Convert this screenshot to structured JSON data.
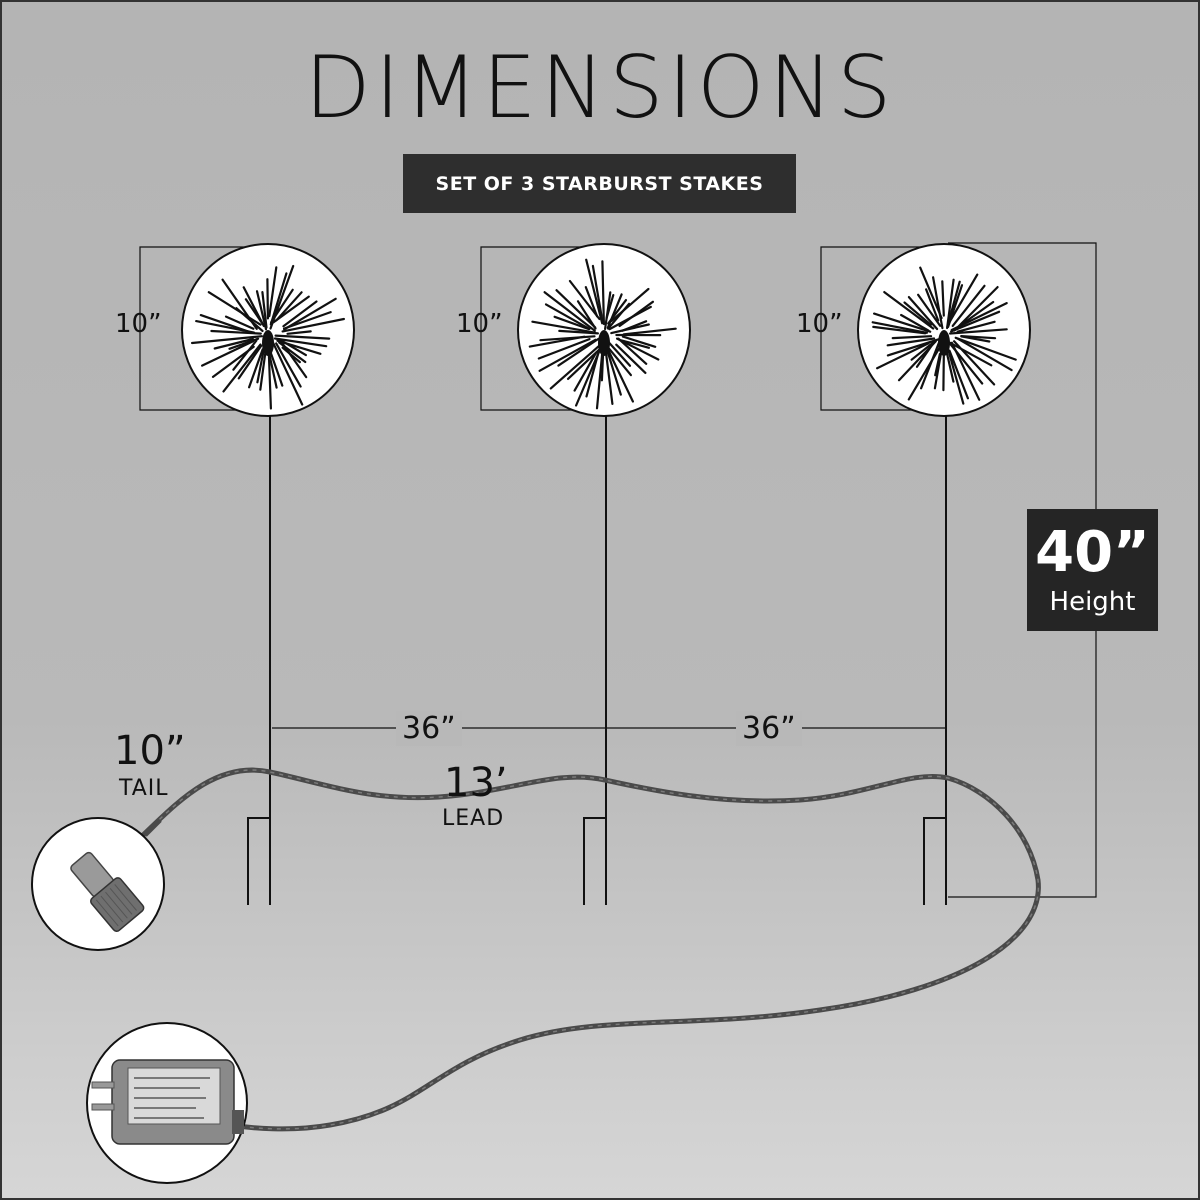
{
  "title": "DIMENSIONS",
  "subtitle": "SET OF 3 STARBURST STAKES",
  "diameter_labels": [
    "10”",
    "10”",
    "10”"
  ],
  "spacing_labels": [
    "36”",
    "36”"
  ],
  "height": {
    "value": "40”",
    "caption": "Height"
  },
  "tail": {
    "value": "10”",
    "caption": "TAIL"
  },
  "lead": {
    "value": "13’",
    "caption": "LEAD"
  },
  "colors": {
    "background": "#b5b5b5",
    "dark_box": "#2a2a2a",
    "line": "#111111",
    "circle_fill": "#ffffff"
  },
  "icons": [
    "starburst-icon",
    "connector-plug-icon",
    "power-adapter-icon"
  ]
}
